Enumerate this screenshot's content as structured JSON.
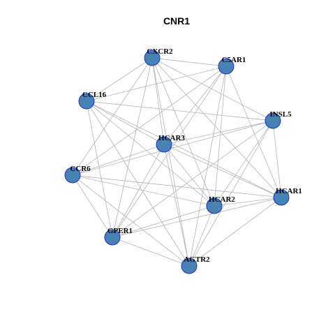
{
  "title": "CNR1",
  "colors": {
    "node_fill": "#4682b4",
    "node_stroke": "#1f2fcc",
    "edge": "#b3b3b3",
    "label": "#000000"
  },
  "nodes": [
    {
      "id": "CXCR2"
    },
    {
      "id": "C5AR1"
    },
    {
      "id": "CCL16"
    },
    {
      "id": "INSL5"
    },
    {
      "id": "HCAR3"
    },
    {
      "id": "CCR6"
    },
    {
      "id": "HCAR1"
    },
    {
      "id": "HCAR2"
    },
    {
      "id": "GPER1"
    },
    {
      "id": "AGTR2"
    }
  ],
  "edges": [
    [
      "CXCR2",
      "C5AR1"
    ],
    [
      "CXCR2",
      "CCL16"
    ],
    [
      "CXCR2",
      "INSL5"
    ],
    [
      "CXCR2",
      "HCAR3"
    ],
    [
      "CXCR2",
      "CCR6"
    ],
    [
      "CXCR2",
      "HCAR1"
    ],
    [
      "CXCR2",
      "HCAR2"
    ],
    [
      "CXCR2",
      "GPER1"
    ],
    [
      "CXCR2",
      "AGTR2"
    ],
    [
      "C5AR1",
      "CCL16"
    ],
    [
      "C5AR1",
      "HCAR3"
    ],
    [
      "C5AR1",
      "CCR6"
    ],
    [
      "C5AR1",
      "HCAR1"
    ],
    [
      "C5AR1",
      "HCAR2"
    ],
    [
      "C5AR1",
      "GPER1"
    ],
    [
      "C5AR1",
      "AGTR2"
    ],
    [
      "CCL16",
      "INSL5"
    ],
    [
      "CCL16",
      "HCAR3"
    ],
    [
      "CCL16",
      "HCAR1"
    ],
    [
      "CCL16",
      "HCAR2"
    ],
    [
      "CCL16",
      "GPER1"
    ],
    [
      "CCL16",
      "AGTR2"
    ],
    [
      "INSL5",
      "HCAR3"
    ],
    [
      "INSL5",
      "CCR6"
    ],
    [
      "INSL5",
      "HCAR1"
    ],
    [
      "INSL5",
      "HCAR2"
    ],
    [
      "INSL5",
      "GPER1"
    ],
    [
      "INSL5",
      "AGTR2"
    ],
    [
      "HCAR3",
      "CCR6"
    ],
    [
      "HCAR3",
      "HCAR1"
    ],
    [
      "HCAR3",
      "HCAR2"
    ],
    [
      "HCAR3",
      "GPER1"
    ],
    [
      "HCAR3",
      "AGTR2"
    ],
    [
      "CCR6",
      "HCAR1"
    ],
    [
      "CCR6",
      "HCAR2"
    ],
    [
      "CCR6",
      "GPER1"
    ],
    [
      "CCR6",
      "AGTR2"
    ],
    [
      "HCAR1",
      "HCAR2"
    ],
    [
      "HCAR1",
      "GPER1"
    ],
    [
      "HCAR1",
      "AGTR2"
    ],
    [
      "HCAR2",
      "GPER1"
    ],
    [
      "HCAR2",
      "AGTR2"
    ],
    [
      "GPER1",
      "AGTR2"
    ]
  ]
}
